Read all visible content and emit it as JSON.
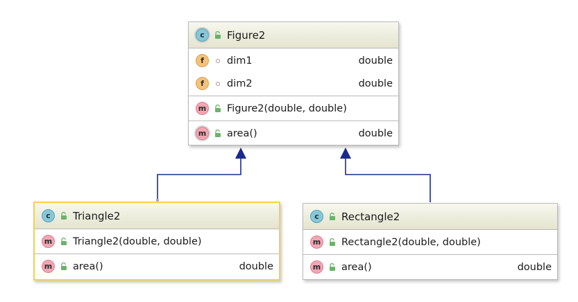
{
  "icons": {
    "class_letter": "c",
    "field_letter": "f",
    "method_letter": "m",
    "colors": {
      "class": "#87c7d8",
      "field": "#f4c27a",
      "method": "#f2a6b4",
      "public_lock": "#6bb36b",
      "arrow": "#1a2a8c",
      "selected_border": "#f2d34a"
    }
  },
  "figure2": {
    "name": "Figure2",
    "fields": [
      {
        "name": "dim1",
        "type": "double",
        "visibility": "package"
      },
      {
        "name": "dim2",
        "type": "double",
        "visibility": "package"
      }
    ],
    "constructors": [
      {
        "name": "Figure2(double, double)",
        "type": "",
        "visibility": "public"
      }
    ],
    "methods": [
      {
        "name": "area()",
        "type": "double",
        "visibility": "public",
        "abstract": true
      }
    ]
  },
  "triangle2": {
    "name": "Triangle2",
    "constructors": [
      {
        "name": "Triangle2(double, double)",
        "type": "",
        "visibility": "public"
      }
    ],
    "methods": [
      {
        "name": "area()",
        "type": "double",
        "visibility": "public"
      }
    ]
  },
  "rectangle2": {
    "name": "Rectangle2",
    "constructors": [
      {
        "name": "Rectangle2(double, double)",
        "type": "",
        "visibility": "public"
      }
    ],
    "methods": [
      {
        "name": "area()",
        "type": "double",
        "visibility": "public"
      }
    ]
  }
}
